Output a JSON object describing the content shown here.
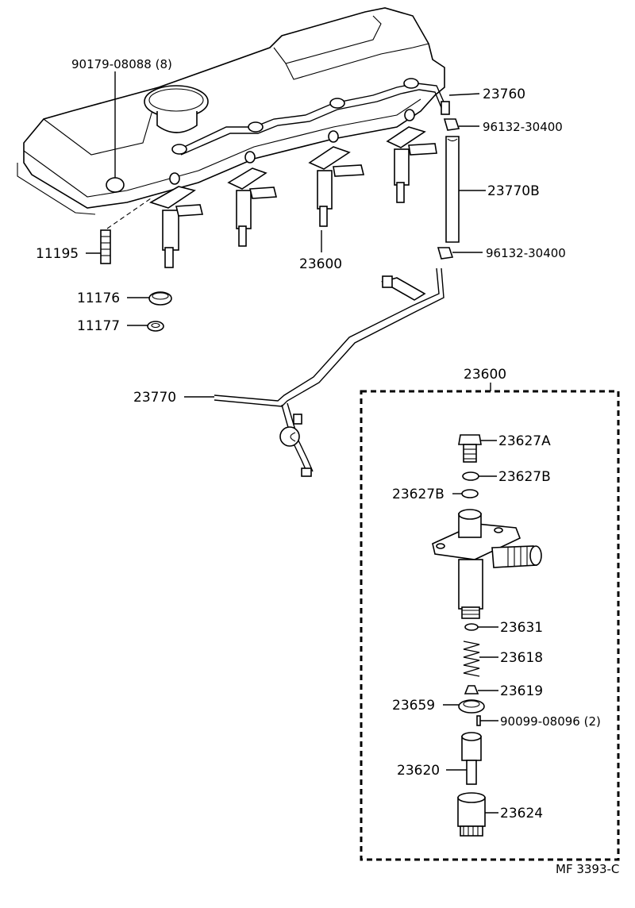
{
  "labels": {
    "bolt_head_cover": "90179-08088 (8)",
    "pipe_upper": "23760",
    "clamp_upper": "96132-30400",
    "hose": "23770B",
    "clamp_lower": "96132-30400",
    "stud": "11195",
    "injectors": "23600",
    "seal_a": "11176",
    "seal_b": "11177",
    "pipe_lower": "23770",
    "box_title": "23600",
    "holder_bolt": "23627A",
    "gasket_1": "23627B",
    "gasket_2": "23627B",
    "washer": "23631",
    "spring": "23618",
    "spring_seat": "23619",
    "spacer": "23659",
    "pin": "90099-08096 (2)",
    "nozzle": "23620",
    "retaining_nut": "23624",
    "figure_code": "MF 3393-C"
  }
}
